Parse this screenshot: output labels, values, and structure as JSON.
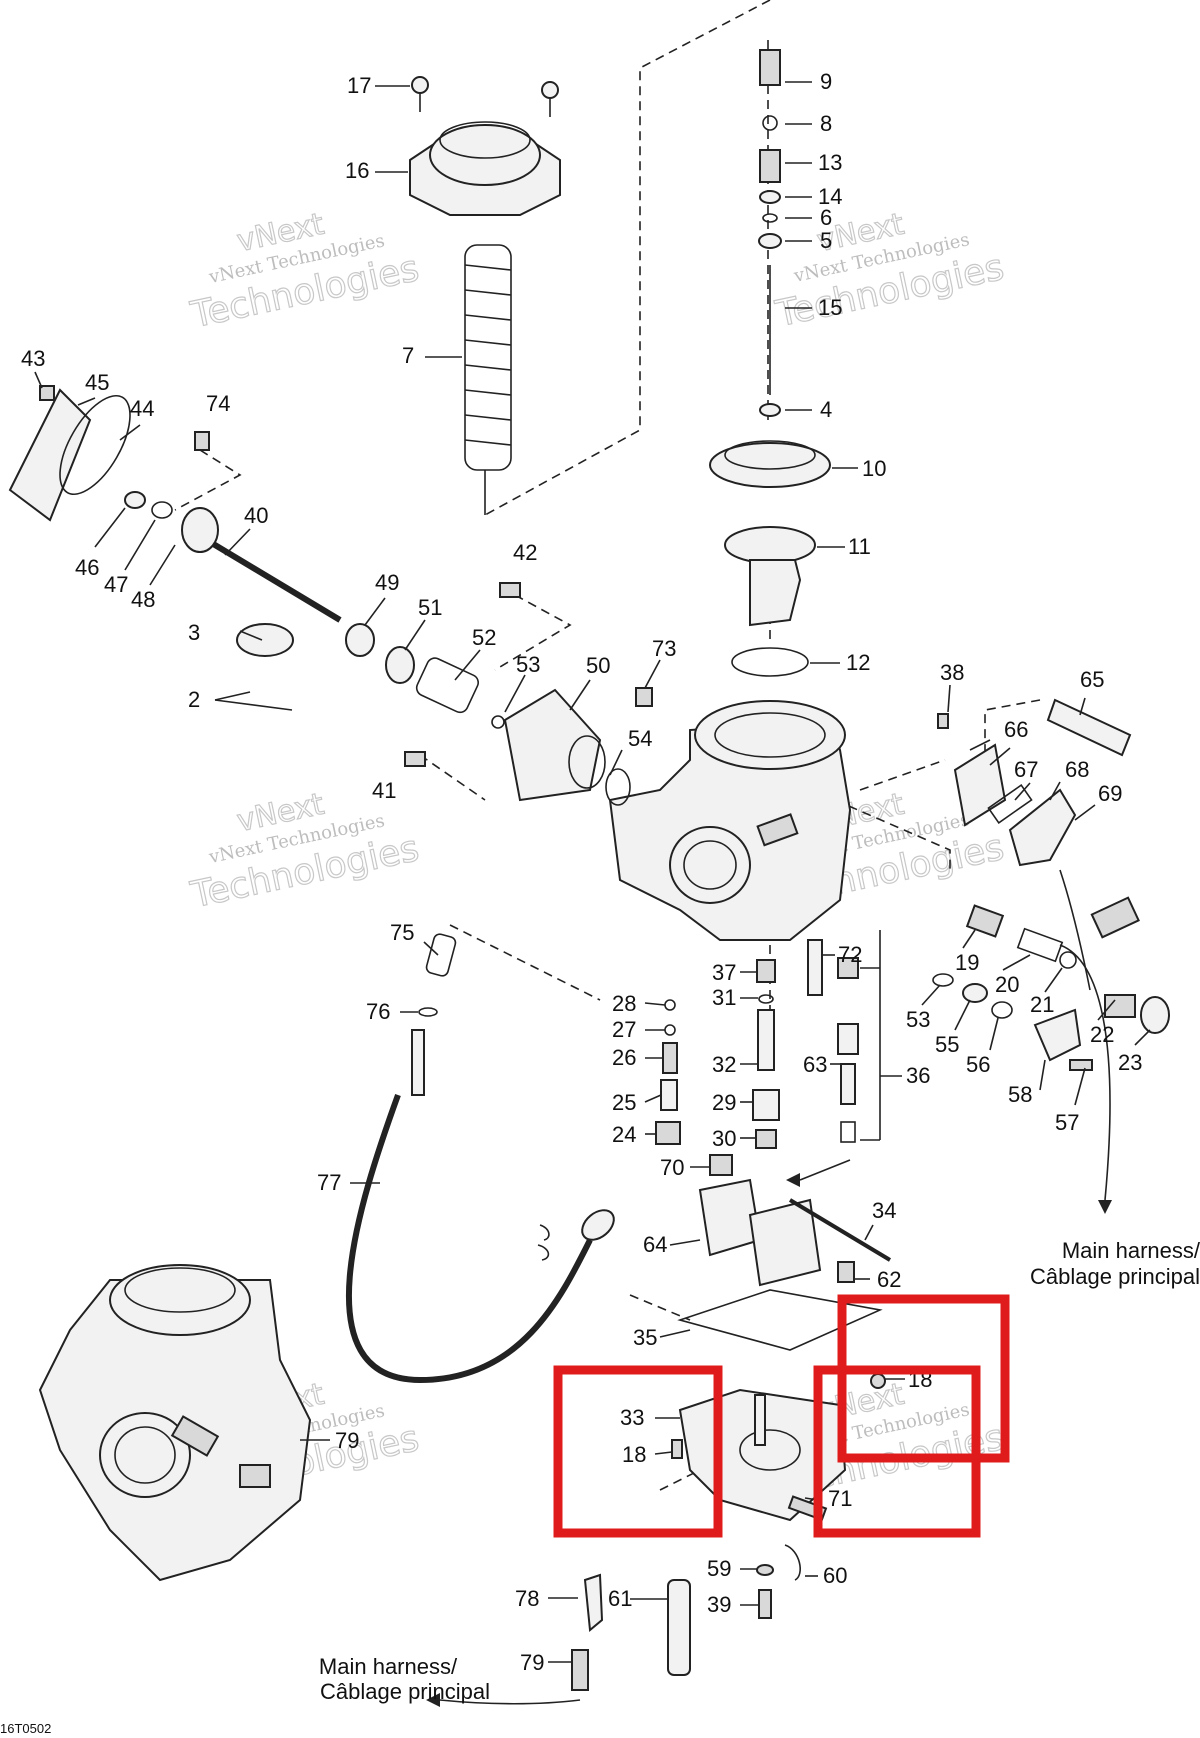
{
  "callouts": {
    "c2": "2",
    "c3": "3",
    "c4": "4",
    "c5": "5",
    "c6": "6",
    "c7": "7",
    "c8": "8",
    "c9": "9",
    "c10": "10",
    "c11": "11",
    "c12": "12",
    "c13": "13",
    "c14": "14",
    "c15": "15",
    "c16": "16",
    "c17": "17",
    "c18a": "18",
    "c18b": "18",
    "c19": "19",
    "c20": "20",
    "c21": "21",
    "c22": "22",
    "c23": "23",
    "c24": "24",
    "c25": "25",
    "c26": "26",
    "c27": "27",
    "c28": "28",
    "c29": "29",
    "c30": "30",
    "c31": "31",
    "c32": "32",
    "c33": "33",
    "c34": "34",
    "c35": "35",
    "c36": "36",
    "c37": "37",
    "c38": "38",
    "c39": "39",
    "c40": "40",
    "c41": "41",
    "c42": "42",
    "c43": "43",
    "c44": "44",
    "c45": "45",
    "c46": "46",
    "c47": "47",
    "c48": "48",
    "c49": "49",
    "c50": "50",
    "c51": "51",
    "c52": "52",
    "c53a": "53",
    "c53b": "53",
    "c54": "54",
    "c55": "55",
    "c56": "56",
    "c57": "57",
    "c58": "58",
    "c59": "59",
    "c60": "60",
    "c61": "61",
    "c62": "62",
    "c63": "63",
    "c64": "64",
    "c65": "65",
    "c66": "66",
    "c67": "67",
    "c68": "68",
    "c69": "69",
    "c70": "70",
    "c71": "71",
    "c72": "72",
    "c73": "73",
    "c74": "74",
    "c75": "75",
    "c76": "76",
    "c77": "77",
    "c78": "78",
    "c79": "79"
  },
  "notes": {
    "harness_right_line1": "Main harness/",
    "harness_right_line2": "Câblage principal",
    "harness_left_line1": "Main harness/",
    "harness_left_line2": "Câblage principal",
    "figure_code": "16T0502"
  },
  "watermark": {
    "line1": "vNext Technologies",
    "line2": "Technologies",
    "brand": "vNext"
  },
  "colors": {
    "highlight": "#e01b1b",
    "ink": "#222222",
    "watermark": "#c8c8c8"
  }
}
